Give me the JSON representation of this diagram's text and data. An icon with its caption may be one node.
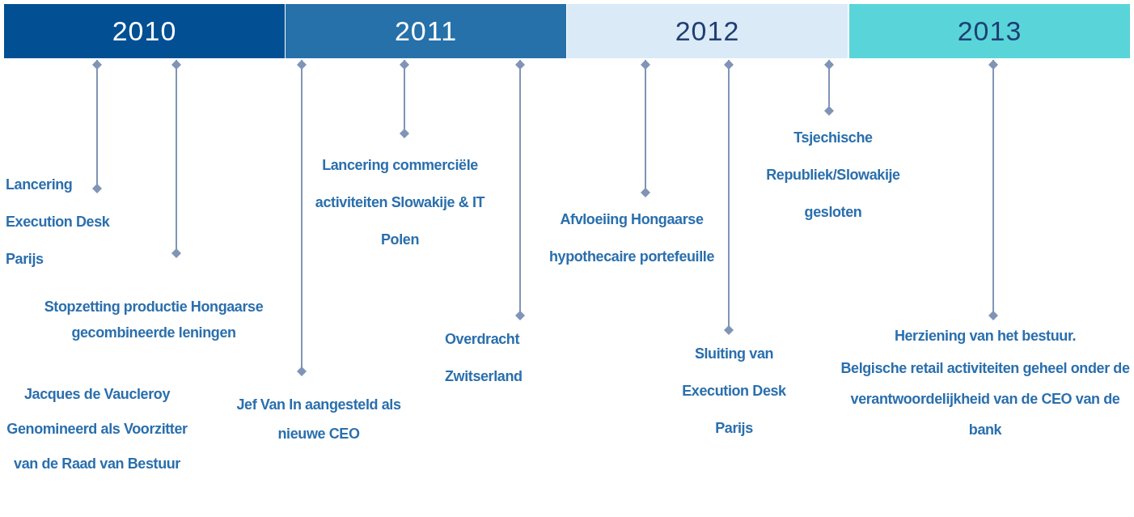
{
  "diagram": {
    "nodes": [
      {
        "text": [
          "2010"
        ]
      },
      {
        "text": [
          "2011"
        ]
      },
      {
        "text": [
          "2012"
        ]
      },
      {
        "text": [
          "2013"
        ]
      },
      {
        "text": [
          "Lancering Execution Desk Parijs"
        ]
      },
      {
        "text": [
          "Stopzetting productie Hongaarse gecombineerde leningen"
        ]
      },
      {
        "text": [
          "Jef Van In aangesteld als nieuwe CEO"
        ]
      },
      {
        "text": [
          "Lancering commerciële activiteiten Slowakije & IT Polen"
        ]
      },
      {
        "text": [
          "Overdracht Zwitserland"
        ]
      },
      {
        "text": [
          "Afvloeiing Hongaarse hypothecaire portefeuille"
        ]
      },
      {
        "text": [
          "Sluiting van Execution Desk Parijs"
        ]
      },
      {
        "text": [
          "Tsjechische Republiek/Slowakije gesloten"
        ]
      },
      {
        "text": [
          "Herziening van het bestuur.",
          "Belgische retail activiteiten geheel onder de verantwoordelijkheid van de CEO van de bank"
        ]
      }
    ],
    "edges": [
      {
        "from": 0,
        "to": 4,
        "arrow": "other"
      },
      {
        "from": 0,
        "to": 5,
        "arrow": "other"
      },
      {
        "from": 1,
        "to": 6,
        "arrow": "other"
      },
      {
        "from": 1,
        "to": 7,
        "arrow": "other"
      },
      {
        "from": 1,
        "to": 8,
        "arrow": "other"
      },
      {
        "from": 2,
        "to": 9,
        "arrow": "other"
      },
      {
        "from": 2,
        "to": 10,
        "arrow": "other"
      },
      {
        "from": 2,
        "to": 11,
        "arrow": "other"
      },
      {
        "from": 3,
        "to": 12,
        "arrow": "other"
      }
    ],
    "labels": [
      "Jacques de Vaucleroy Genomineerd als Voorzitter van de Raad van Bestuur"
    ]
  }
}
